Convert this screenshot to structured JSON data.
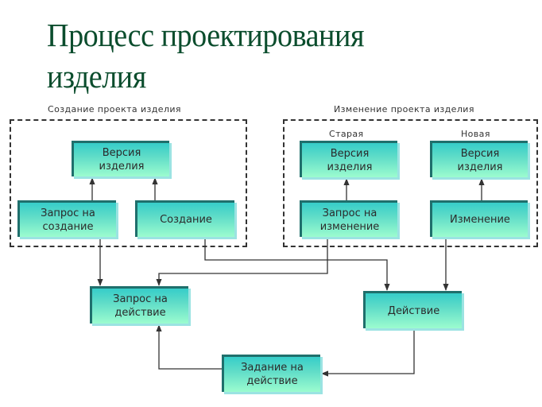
{
  "title": "Процесс проектирования\nизделия",
  "title_lines": [
    "Процесс проектирования",
    "изделия"
  ],
  "colors": {
    "title": "#0b4d2d",
    "node_top": "#36cdc9",
    "node_bottom": "#9cfccf",
    "node_border": "#1f6f6c",
    "connector": "#333333"
  },
  "groups": {
    "create": {
      "label": "Создание проекта изделия"
    },
    "change": {
      "label": "Изменение проекта изделия",
      "old_label": "Старая",
      "new_label": "Новая"
    }
  },
  "nodes": {
    "version_create": "Версия\nизделия",
    "request_create": "Запрос на\nсоздание",
    "creation": "Создание",
    "version_old": "Версия\nизделия",
    "version_new": "Версия\nизделия",
    "request_change": "Запрос на\nизменение",
    "change": "Изменение",
    "request_action": "Запрос на\nдействие",
    "action": "Действие",
    "task_action": "Задание на\nдействие"
  },
  "edges": [
    {
      "from": "request_create",
      "to": "version_create"
    },
    {
      "from": "creation",
      "to": "version_create"
    },
    {
      "from": "request_change",
      "to": "version_old"
    },
    {
      "from": "change",
      "to": "version_new"
    },
    {
      "from": "request_create",
      "to": "request_action"
    },
    {
      "from": "request_change",
      "to": "request_action"
    },
    {
      "from": "creation",
      "to": "action"
    },
    {
      "from": "change",
      "to": "action"
    },
    {
      "from": "action",
      "to": "task_action"
    },
    {
      "from": "task_action",
      "to": "request_action"
    }
  ]
}
